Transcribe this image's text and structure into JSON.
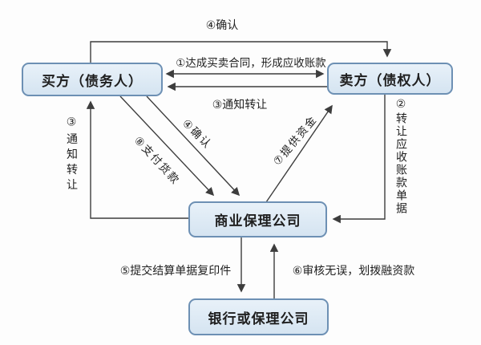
{
  "diagram": {
    "nodes": {
      "buyer": "买方（债务人）",
      "seller": "卖方（债权人）",
      "factor": "商业保理公司",
      "bank": "银行或保理公司"
    },
    "edge_labels": {
      "confirm_top": "④确认",
      "contract": "①达成买卖合同，形成应收账款",
      "notify_transfer_mid": "③通知转让",
      "notify_transfer_left": "③通知转让",
      "transfer_receivable_docs": "②转让应收账款单据",
      "pay_goods": "⑧支付货款",
      "confirm_diagonal": "④确认",
      "provide_funds": "⑦提供资金",
      "submit_settlement_copies": "⑤提交结算单据复印件",
      "review_and_disburse": "⑥审核无误，划拨融资款"
    },
    "colors": {
      "node_fill_top": "#e8f1f9",
      "node_fill_bot": "#d5e4f1",
      "node_border": "#6d90b4",
      "line": "#3d3d3d",
      "text": "#1f1f1f",
      "bg": "#fdfdfd"
    }
  }
}
